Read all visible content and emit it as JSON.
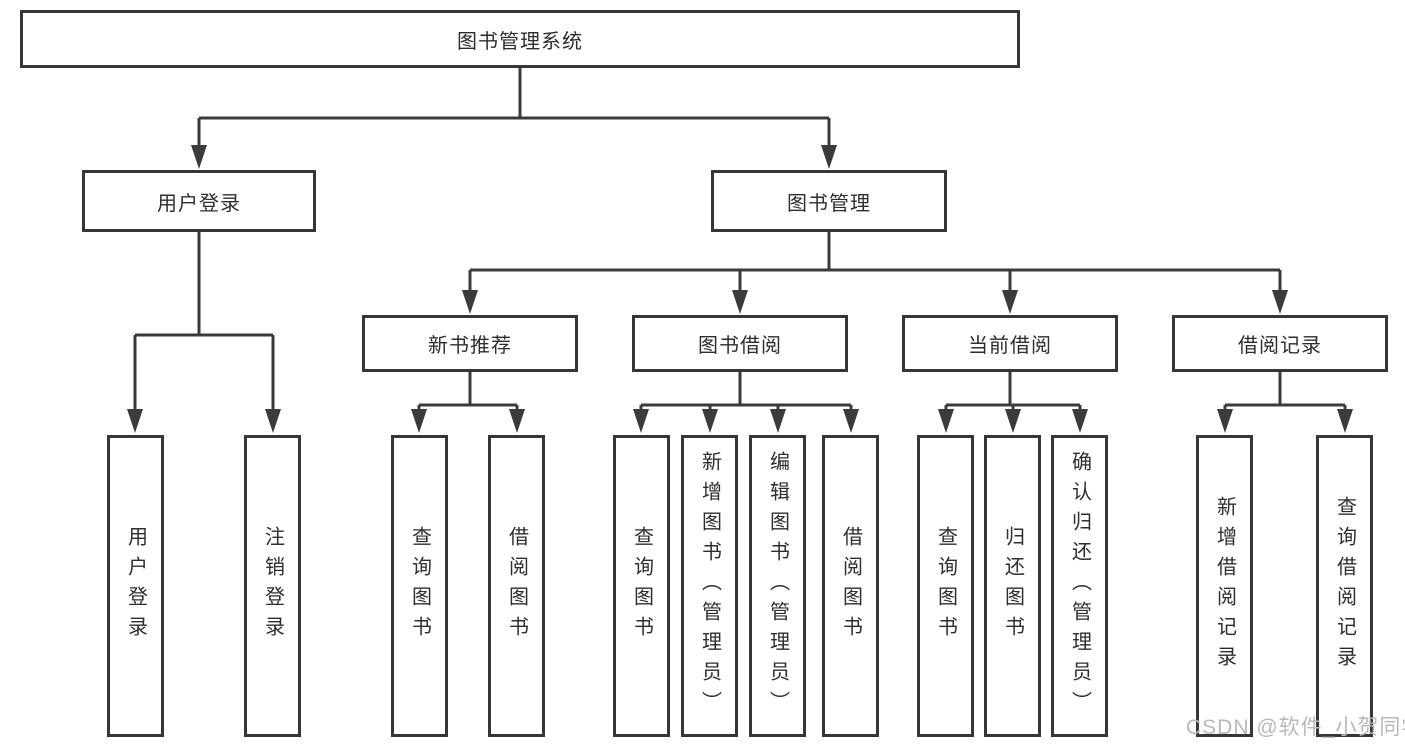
{
  "diagram_title": "图书管理系统",
  "tree": {
    "root": {
      "label": "图书管理系统"
    },
    "branches": [
      {
        "label": "用户登录",
        "leaves": [
          {
            "label": "用户登录"
          },
          {
            "label": "注销登录"
          }
        ]
      },
      {
        "label": "图书管理",
        "groups": [
          {
            "label": "新书推荐",
            "leaves": [
              {
                "label": "查询图书"
              },
              {
                "label": "借阅图书"
              }
            ]
          },
          {
            "label": "图书借阅",
            "leaves": [
              {
                "label": "查询图书"
              },
              {
                "label": "新增图书（管理员）"
              },
              {
                "label": "编辑图书（管理员）"
              },
              {
                "label": "借阅图书"
              }
            ]
          },
          {
            "label": "当前借阅",
            "leaves": [
              {
                "label": "查询图书"
              },
              {
                "label": "归还图书"
              },
              {
                "label": "确认归还（管理员）"
              }
            ]
          },
          {
            "label": "借阅记录",
            "leaves": [
              {
                "label": "新增借阅记录"
              },
              {
                "label": "查询借阅记录"
              }
            ]
          }
        ]
      }
    ]
  },
  "watermark": {
    "text": "CSDN @软件_小贺同学"
  },
  "colors": {
    "background": "#ffffff",
    "box_border": "#363636",
    "connector_line": "#3b3b3b",
    "text": "#2e2e2e",
    "watermark_text": "#b9b9b9"
  }
}
